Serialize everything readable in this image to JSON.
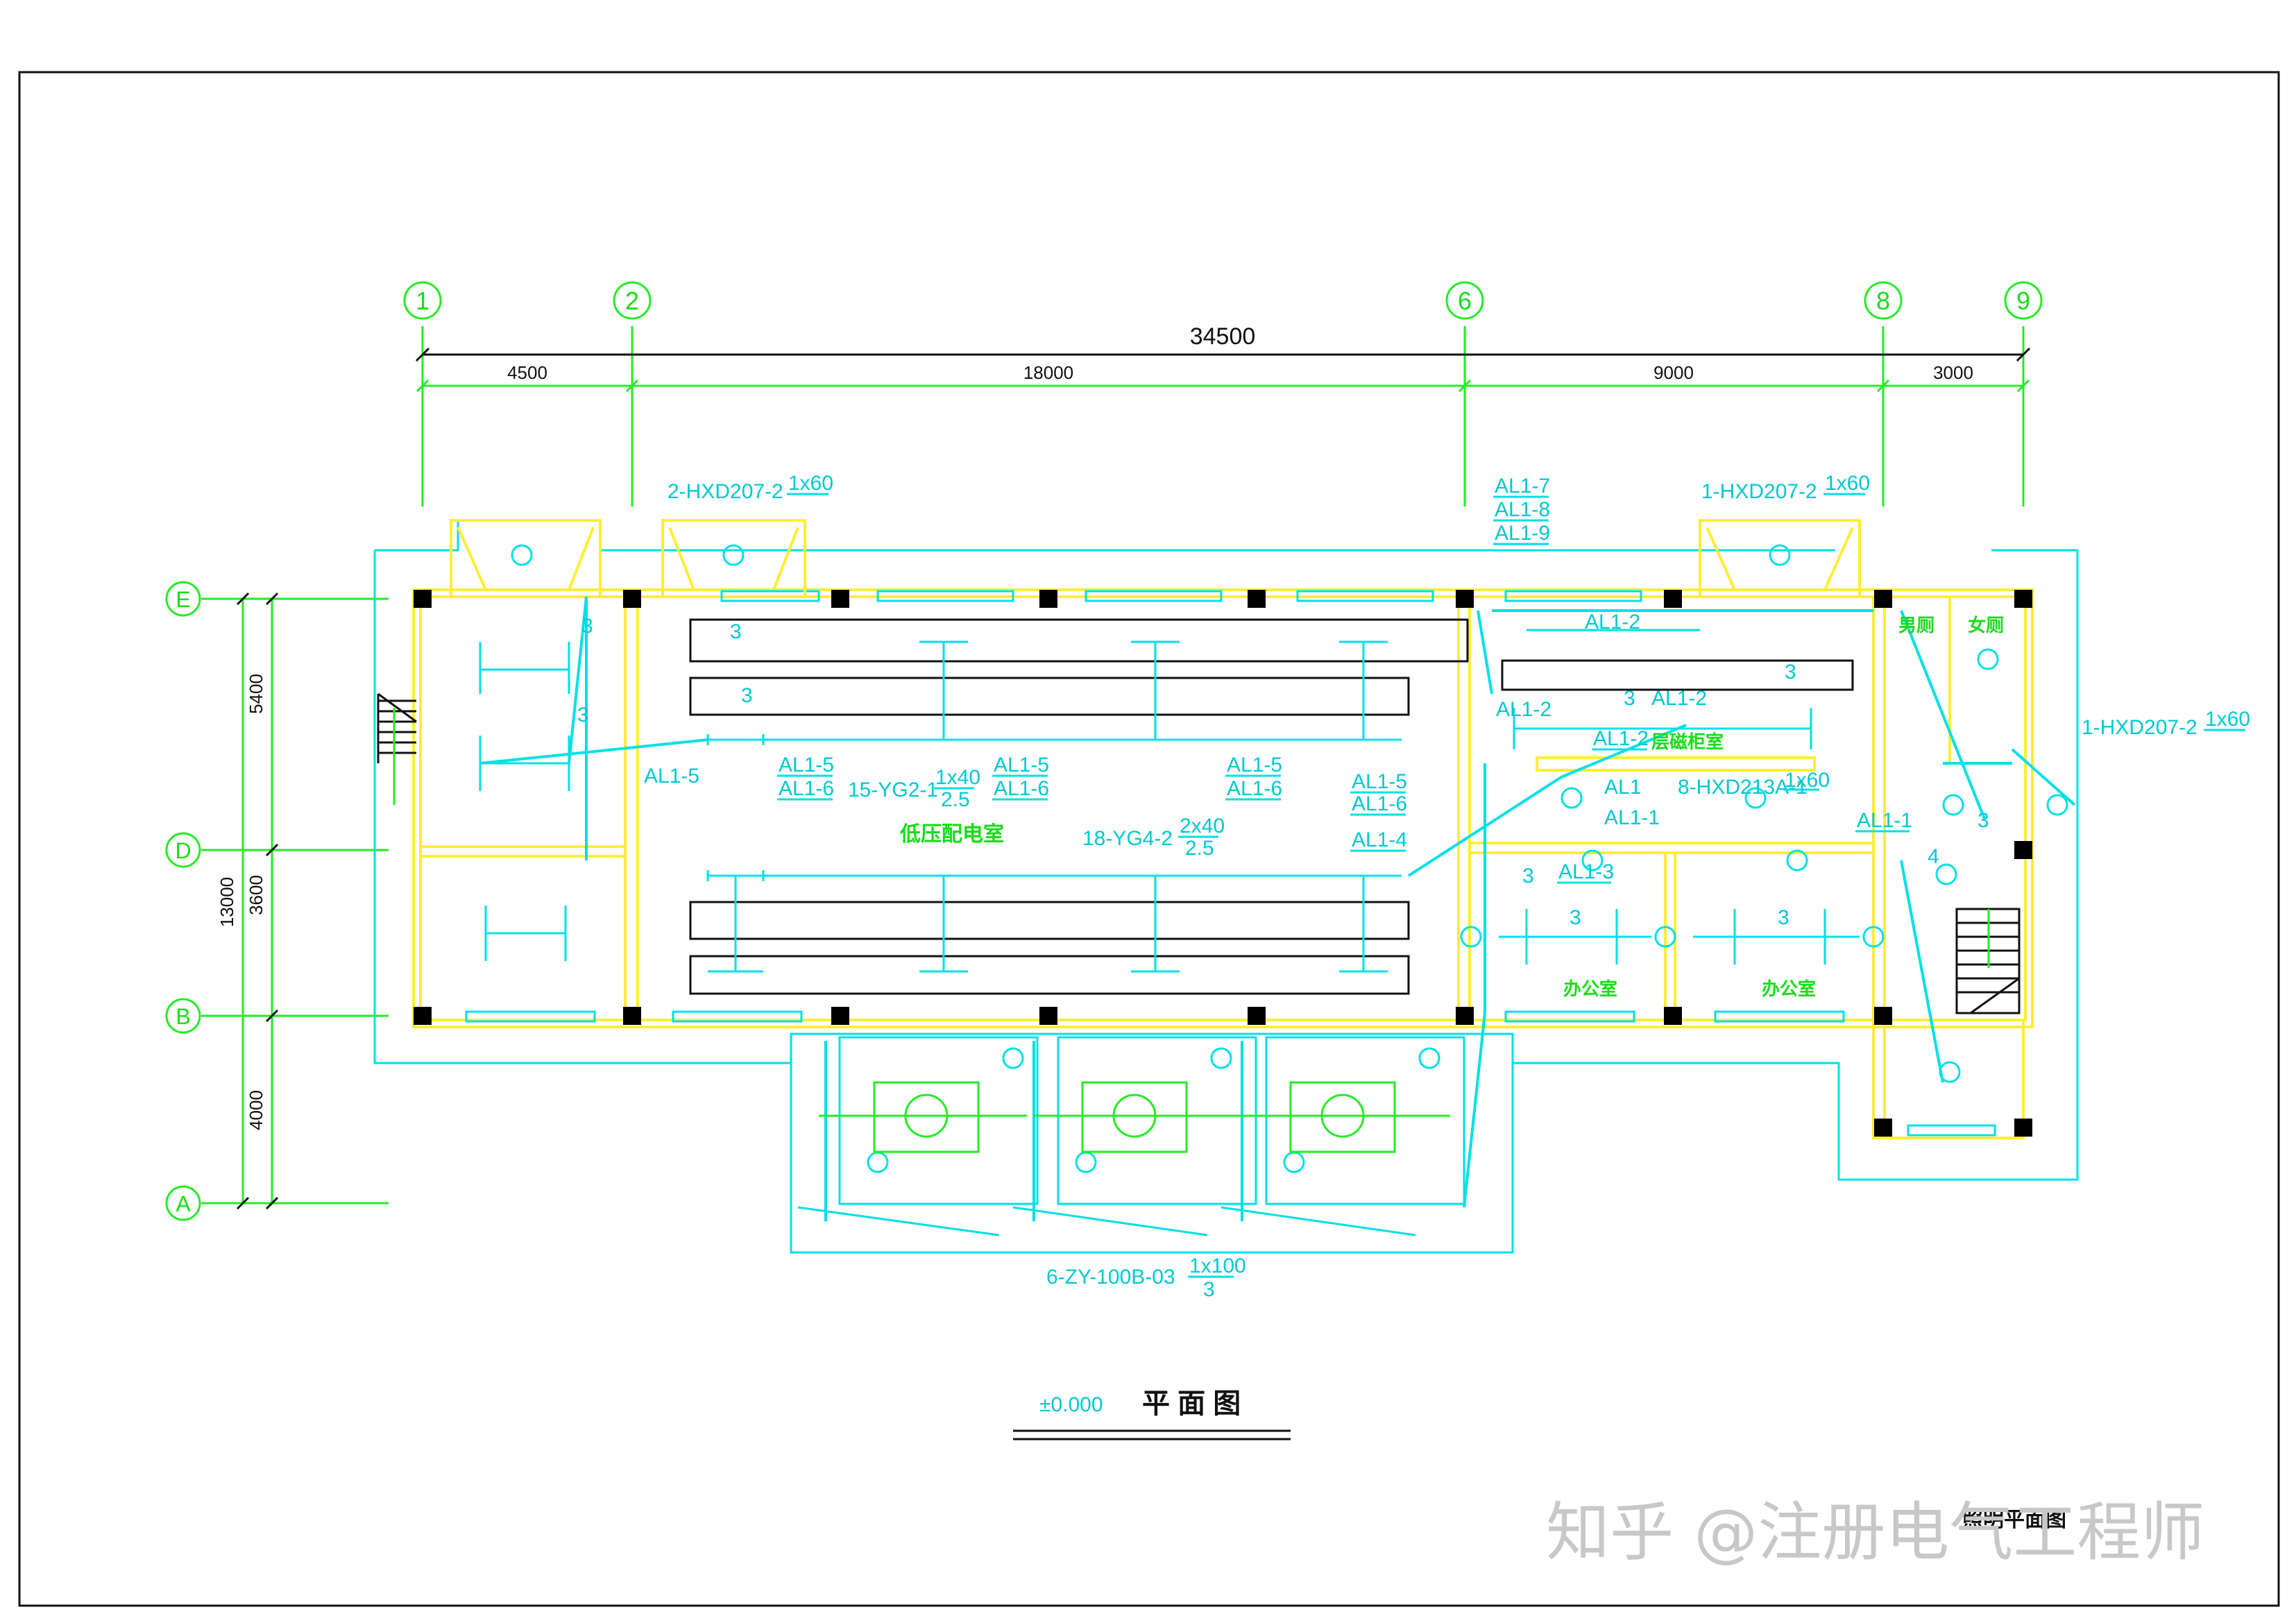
{
  "axes_columns": [
    "1",
    "2",
    "6",
    "8",
    "9"
  ],
  "axes_rows": [
    "E",
    "D",
    "B",
    "A"
  ],
  "dimensions": {
    "total": "34500",
    "segments": [
      "4500",
      "18000",
      "9000",
      "3000"
    ],
    "vertical": [
      "5400",
      "3600",
      "4000"
    ],
    "vertical_total": "13000"
  },
  "fixtures": {
    "hxd_left": "2-HXD207-2",
    "hxd_left_frac": "1x60",
    "hxd_right": "1-HXD207-2",
    "hxd_right_frac": "1x60",
    "hxd_east": "1-HXD207-2",
    "hxd_east_frac": "1x60",
    "yg2": "15-YG2-1",
    "yg2_num": "1x40",
    "yg2_den": "2.5",
    "yg4": "18-YG4-2",
    "yg4_num": "2x40",
    "yg4_den": "2.5",
    "hxd213": "8-HXD213A-1",
    "hxd213_frac": "1x60",
    "zy": "6-ZY-100B-03",
    "zy_num": "1x100",
    "zy_den": "3"
  },
  "circuits": {
    "al1_7": "AL1-7",
    "al1_8": "AL1-8",
    "al1_9": "AL1-9",
    "al1_5_left": "AL1-5",
    "al1_5_a": "AL1-5",
    "al1_6_a": "AL1-6",
    "al1_5_b": "AL1-5",
    "al1_6_b": "AL1-6",
    "al1_5_c": "AL1-5",
    "al1_6_c": "AL1-6",
    "al1_5_d": "AL1-5",
    "al1_6_d": "AL1-6",
    "al1_4": "AL1-4",
    "al1_2_top": "AL1-2",
    "al1_2_left": "AL1-2",
    "al1_2_mid": "AL1-2",
    "al1_2_box": "AL1-2",
    "al1": "AL1",
    "al1_1": "AL1-1",
    "al1_3": "AL1-3",
    "al1_1_right": "AL1-1"
  },
  "wire_counts": {
    "n3_a": "3",
    "n3_b": "3",
    "n3_c": "3",
    "n3_d": "3",
    "n3_e": "3",
    "n3_f": "3",
    "n3_g": "3",
    "n3_h": "3",
    "n3_i": "3",
    "n3_j": "3",
    "n4": "4"
  },
  "rooms": {
    "lv_room": "低压配电室",
    "cabinet_room": "层磁柜室",
    "office1": "办公室",
    "office2": "办公室",
    "mens": "男厕",
    "womens": "女厕"
  },
  "drawing_title": {
    "elevation": "±0.000",
    "name": "平 面 图"
  },
  "title_block": "照明平面图",
  "watermark": "知乎 @注册电气工程师"
}
